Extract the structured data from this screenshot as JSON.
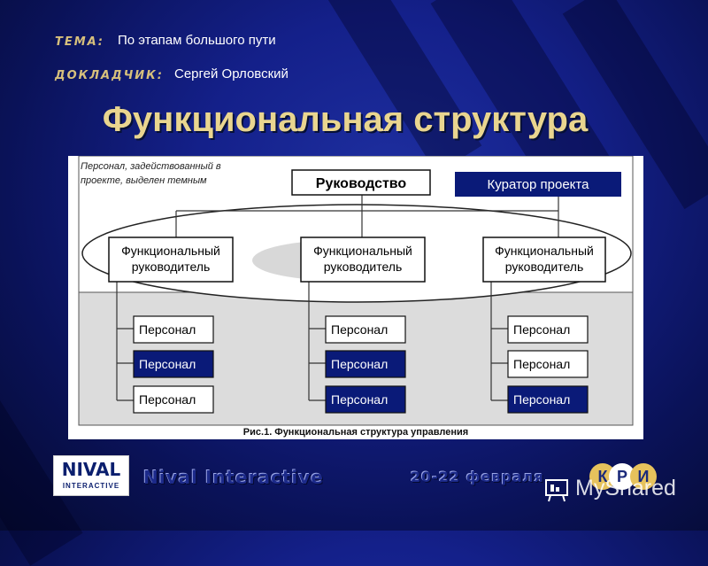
{
  "header": {
    "topic_label": "ТЕМА:",
    "topic_value": "По этапам большого пути",
    "speaker_label": "ДОКЛАДЧИК:",
    "speaker_value": "Сергей Орловский"
  },
  "slide_title": "Функциональная структура",
  "diagram": {
    "note_line1": "Персонал, задействованный в",
    "note_line2": "проекте, выделен темным",
    "top_node": "Руководство",
    "curator_node": "Куратор проекта",
    "func_line1": "Функциональный",
    "func_line2": "руководитель",
    "personnel": "Персонал",
    "columns": [
      {
        "staff_dark": [
          false,
          true,
          false
        ]
      },
      {
        "staff_dark": [
          false,
          true,
          true
        ]
      },
      {
        "staff_dark": [
          false,
          false,
          true
        ]
      }
    ],
    "caption": "Рис.1. Функциональная структура управления"
  },
  "footer": {
    "company": "Nival Interactive",
    "date": "20-22 февраля",
    "logo_main": "NIVAL",
    "logo_sub": "INTERACTIVE",
    "kri": [
      "К",
      "Р",
      "И"
    ],
    "watermark": "MyShared"
  },
  "colors": {
    "accent_gold": "#e9d58f",
    "node_dark": "#0a1a78",
    "background": "#14208a"
  }
}
